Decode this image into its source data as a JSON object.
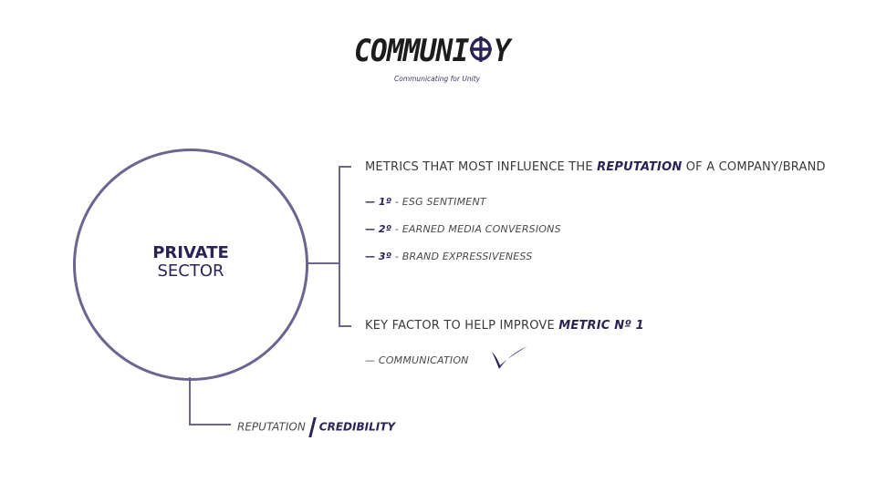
{
  "logo": {
    "word_part1": "COMMUNI",
    "cross_icon": "circle-cross-icon",
    "word_part2": "Y",
    "tagline": "Communicating for Unity"
  },
  "hub": {
    "line1": "PRIVATE",
    "line2": "SECTOR"
  },
  "metrics": {
    "heading_prefix": "METRICS THAT MOST INFLUENCE THE ",
    "heading_emphasis": "REPUTATION",
    "heading_suffix": " OF A COMPANY/BRAND",
    "items": [
      {
        "dash": "—",
        "rank": "1º",
        "label": " - ESG SENTIMENT"
      },
      {
        "dash": "—",
        "rank": "2º",
        "label": " - EARNED MEDIA CONVERSIONS"
      },
      {
        "dash": "—",
        "rank": "3º",
        "label": " - BRAND EXPRESSIVENESS"
      }
    ]
  },
  "key_factor": {
    "heading_prefix": "KEY FACTOR TO HELP IMPROVE ",
    "heading_emphasis": "METRIC Nº 1",
    "item_dash": "—",
    "item_label": "COMMUNICATION",
    "item_icon": "checkmark-icon"
  },
  "bottom": {
    "label_light": "REPUTATION",
    "label_bold": "CREDIBILITY"
  },
  "colors": {
    "navy": "#2a2454",
    "line": "#6b6590",
    "text": "#3a3a3a"
  }
}
